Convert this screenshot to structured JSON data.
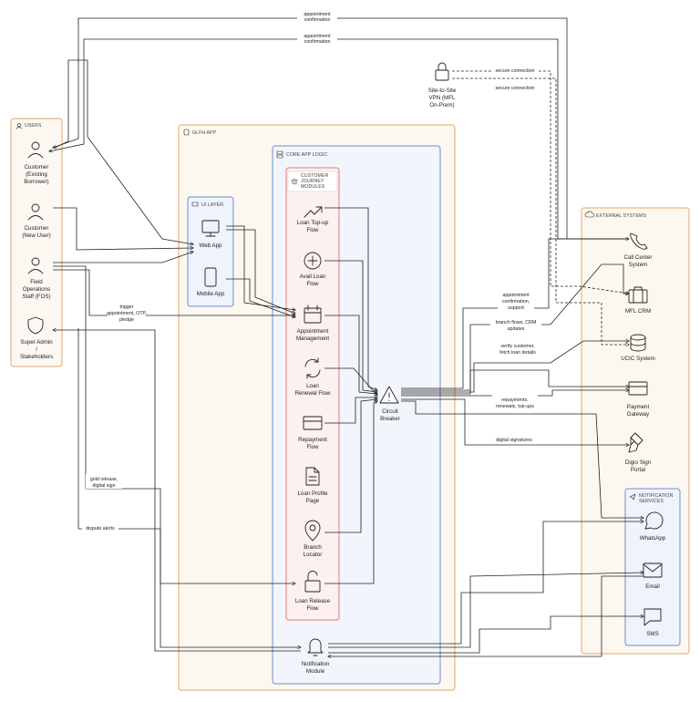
{
  "groups": {
    "users": "USERS",
    "glfh_app": "GLFH APP",
    "core_app_logic": "CORE APP LOGIC",
    "ui_layer": "UI LAYER",
    "customer_journey_modules": [
      "CUSTOMER",
      "JOURNEY",
      "MODULES"
    ],
    "external_systems": "EXTERNAL SYSTEMS",
    "notification_services": [
      "NOTIFICATION",
      "SERVICES"
    ]
  },
  "nodes": {
    "customer_existing": [
      "Customer",
      "(Existing",
      "Borrower)"
    ],
    "customer_new": [
      "Customer",
      "(New User)"
    ],
    "fos": [
      "Field",
      "Operations",
      "Staff (FOS)"
    ],
    "super_admin": [
      "Super Admin",
      "/",
      "Stakeholders"
    ],
    "vpn": [
      "Site-to-Site",
      "VPN (MFL",
      "On-Prem)"
    ],
    "web_app": [
      "Web App"
    ],
    "mobile_app": [
      "Mobile App"
    ],
    "loan_topup": [
      "Loan Top-up",
      "Flow"
    ],
    "avail_loan": [
      "Avail Loan",
      "Flow"
    ],
    "appointment": [
      "Appointment",
      "Management"
    ],
    "loan_renewal": [
      "Loan",
      "Renewal Flow"
    ],
    "repayment": [
      "Repayment",
      "Flow"
    ],
    "loan_profile": [
      "Loan Profile",
      "Page"
    ],
    "branch_locator": [
      "Branch",
      "Locator"
    ],
    "loan_release": [
      "Loan Release",
      "Flow"
    ],
    "circuit_breaker": [
      "Circuit",
      "Breaker"
    ],
    "notification_module": [
      "Notification",
      "Module"
    ],
    "call_center": [
      "Call Center",
      "System"
    ],
    "mfl_crm": [
      "MFL CRM"
    ],
    "ucic": [
      "UCIC System"
    ],
    "payment_gateway": [
      "Payment",
      "Gateway"
    ],
    "digio": [
      "Digio Sign",
      "Portal"
    ],
    "whatsapp": [
      "WhatsApp"
    ],
    "email": [
      "Email"
    ],
    "sms": [
      "SMS"
    ]
  },
  "edge_labels": {
    "appt_conf_1": [
      "appointment",
      "confirmation"
    ],
    "appt_conf_2": [
      "appointment",
      "confirmation"
    ],
    "secure_1": [
      "secure connection"
    ],
    "secure_2": [
      "secure connection"
    ],
    "trigger": [
      "trigger",
      "appointment, OTP,",
      "pledge"
    ],
    "appt_support": [
      "appointment",
      "confirmation,",
      "support"
    ],
    "branch_flows": [
      "branch flows, CRM",
      "updates"
    ],
    "verify": [
      "verify customer,",
      "fetch loan details"
    ],
    "repayments": [
      "repayments,",
      "renewals, top-ups"
    ],
    "digital_sig": [
      "digital signatures"
    ],
    "gold_release": [
      "gold release,",
      "digital sign"
    ],
    "dispute": [
      "dispute alerts"
    ]
  },
  "colors": {
    "users_border": "#e0a868",
    "users_fill": "#fdf8f2",
    "app_border": "#e0a868",
    "app_fill": "#fdf8ef",
    "core_border": "#6a8ed0",
    "core_fill": "#f2f5fb",
    "ui_border": "#6a8ed0",
    "ui_fill": "#eef3fc",
    "journey_border": "#e07a7a",
    "journey_fill": "#fcf0f0",
    "ext_border": "#e0a868",
    "ext_fill": "#fdf8ef",
    "notif_border": "#6a8ed0",
    "notif_fill": "#eef3fc"
  },
  "icons": {
    "customer_existing": "user-icon",
    "customer_new": "user-icon",
    "fos": "user-icon",
    "super_admin": "shield-icon",
    "vpn": "lock-icon",
    "web_app": "monitor-icon",
    "mobile_app": "phone-device-icon",
    "loan_topup": "trend-up-icon",
    "avail_loan": "plus-circle-icon",
    "appointment": "calendar-icon",
    "loan_renewal": "refresh-icon",
    "repayment": "card-icon",
    "loan_profile": "document-icon",
    "branch_locator": "map-pin-icon",
    "loan_release": "unlock-icon",
    "circuit_breaker": "warning-icon",
    "notification_module": "bell-icon",
    "call_center": "phone-icon",
    "mfl_crm": "briefcase-icon",
    "ucic": "database-icon",
    "payment_gateway": "card-icon",
    "digio": "pen-icon",
    "whatsapp": "chat-bubble-icon",
    "email": "mail-icon",
    "sms": "message-square-icon"
  }
}
